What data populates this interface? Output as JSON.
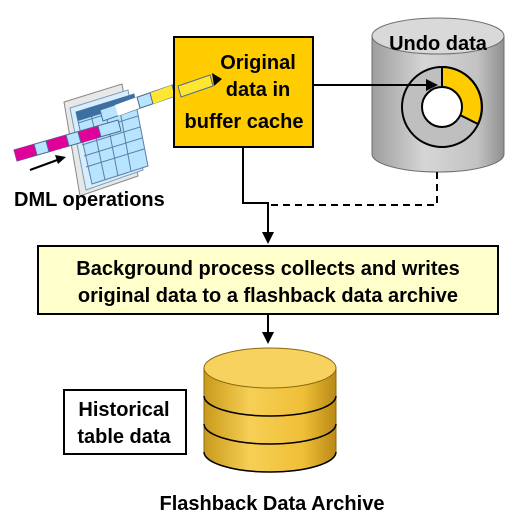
{
  "buffer_cache_box": {
    "line1": "Original",
    "line2": "data in",
    "line3": "buffer cache"
  },
  "undo": {
    "label": "Undo data"
  },
  "dml": {
    "label": "DML operations"
  },
  "process_box": {
    "line1": "Background process collects and writes",
    "line2": "original data to a flashback data archive"
  },
  "historical_box": {
    "line1": "Historical",
    "line2": "table data"
  },
  "archive": {
    "label": "Flashback Data Archive"
  },
  "colors": {
    "buffer_box_fill": "#ffcc00",
    "process_box_fill": "#ffffcc",
    "archive_fill": "#f2c341",
    "undo_gray": "#bdbdbd",
    "undo_used": "#ffcc00",
    "table_blue": "#b8e4ff",
    "highlight_magenta": "#e0009a",
    "highlight_yellow": "#ffe633"
  }
}
